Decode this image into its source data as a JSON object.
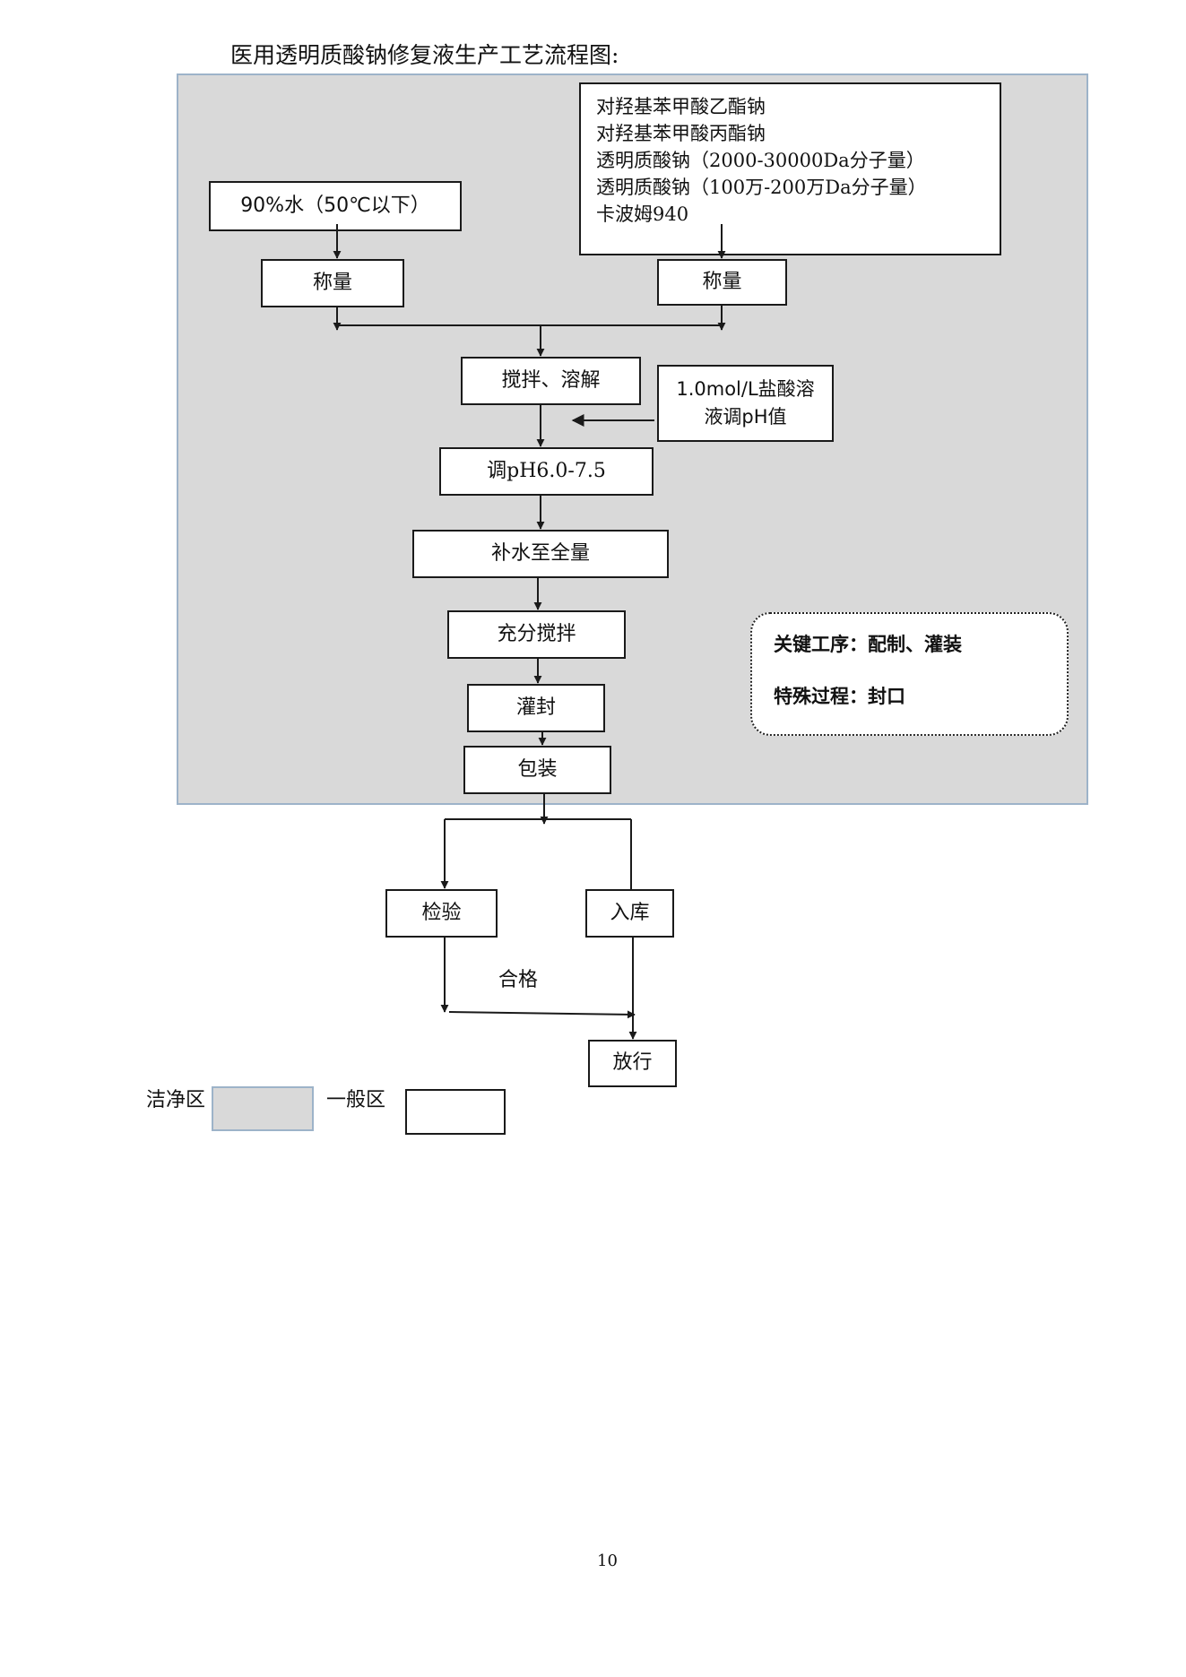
{
  "title": "医用透明质酸钠修复液生产工艺流程图:",
  "steps": {
    "water": "90%水（50℃以下）",
    "weigh_left": "称量",
    "weigh_right": "称量",
    "materials": [
      "对羟基苯甲酸乙酯钠",
      "对羟基苯甲酸丙酯钠",
      "透明质酸钠（2000-30000Da分子量）",
      "透明质酸钠（100万-200万Da分子量）",
      "卡波姆940"
    ],
    "stir_dissolve": "搅拌、溶解",
    "hcl_line1": "1.0mol/L盐酸溶",
    "hcl_line2": "液调pH值",
    "adjust_ph": "调pH6.0-7.5",
    "top_up": "补水至全量",
    "full_stir": "充分搅拌",
    "fill_seal": "灌封",
    "package": "包装",
    "inspect": "检验",
    "storage": "入库",
    "qualified": "合格",
    "release": "放行"
  },
  "key_note": {
    "line1": "关键工序：配制、灌装",
    "line2": "特殊过程：封口"
  },
  "legend": {
    "clean_label": "洁净区",
    "general_label": "一般区"
  },
  "page_number": "10",
  "colors": {
    "clean_zone_fill": "#d9d9d9",
    "clean_zone_border": "#9db3c9",
    "line": "#1a1a1a"
  }
}
